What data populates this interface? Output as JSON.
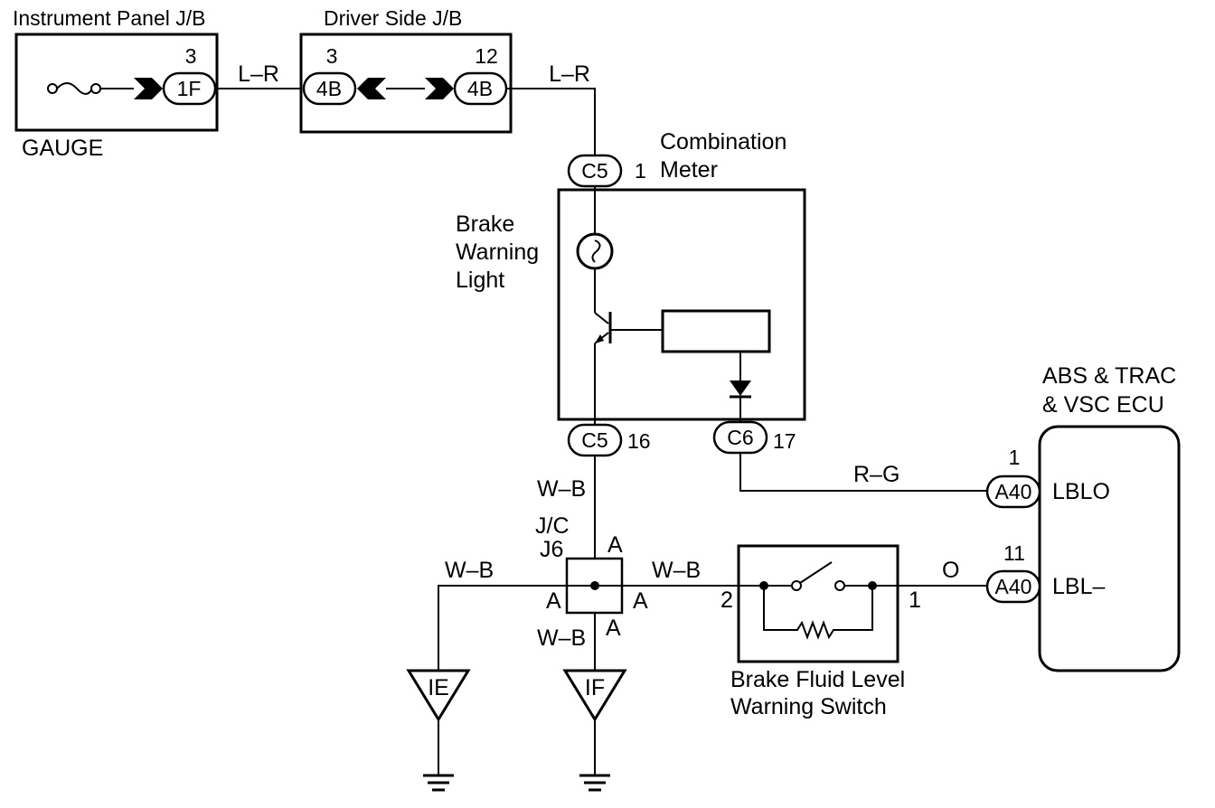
{
  "junction_blocks": {
    "instrument_panel": {
      "title": "Instrument Panel J/B",
      "fuse_label": "GAUGE",
      "connector": "1F",
      "pin": "3"
    },
    "driver_side": {
      "title": "Driver Side J/B",
      "left_connector": "4B",
      "left_pin": "3",
      "right_connector": "4B",
      "right_pin": "12"
    }
  },
  "wires": {
    "ip_to_driver": "L–R",
    "driver_to_meter": "L–R",
    "meter_to_jc": "W–B",
    "jc_to_ground_ie": "W–B",
    "jc_to_switch": "W–B",
    "jc_to_ground_if": "W–B",
    "meter_to_ecu": "R–G",
    "switch_to_ecu": "O"
  },
  "combination_meter": {
    "title_line1": "Combination",
    "title_line2": "Meter",
    "input_connector": "C5",
    "input_pin": "1",
    "output_connector": "C5",
    "output_pin": "16",
    "signal_connector": "C6",
    "signal_pin": "17",
    "lamp_line1": "Brake",
    "lamp_line2": "Warning",
    "lamp_line3": "Light"
  },
  "junction_connector": {
    "label_line1": "J/C",
    "label_line2": "J6",
    "terminal_top": "A",
    "terminal_left": "A",
    "terminal_right": "A",
    "terminal_bottom": "A"
  },
  "grounds": {
    "left": "IE",
    "right": "IF"
  },
  "switch": {
    "label_line1": "Brake Fluid Level",
    "label_line2": "Warning Switch",
    "pin_left": "2",
    "pin_right": "1"
  },
  "ecu": {
    "title_line1": "ABS & TRAC",
    "title_line2": "& VSC ECU",
    "terminal1_connector": "A40",
    "terminal1_pin": "1",
    "terminal1_name": "LBLO",
    "terminal2_connector": "A40",
    "terminal2_pin": "11",
    "terminal2_name": "LBL–"
  }
}
